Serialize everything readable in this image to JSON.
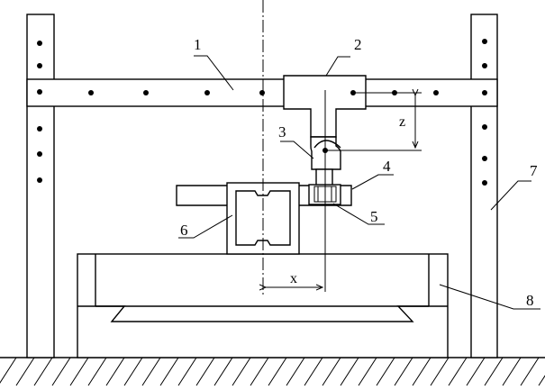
{
  "labels": {
    "part_1": "1",
    "part_2": "2",
    "part_3": "3",
    "part_4": "4",
    "part_5": "5",
    "part_6": "6",
    "part_7": "7",
    "part_8": "8"
  },
  "dimensions": {
    "horizontal": "x",
    "vertical": "z"
  }
}
